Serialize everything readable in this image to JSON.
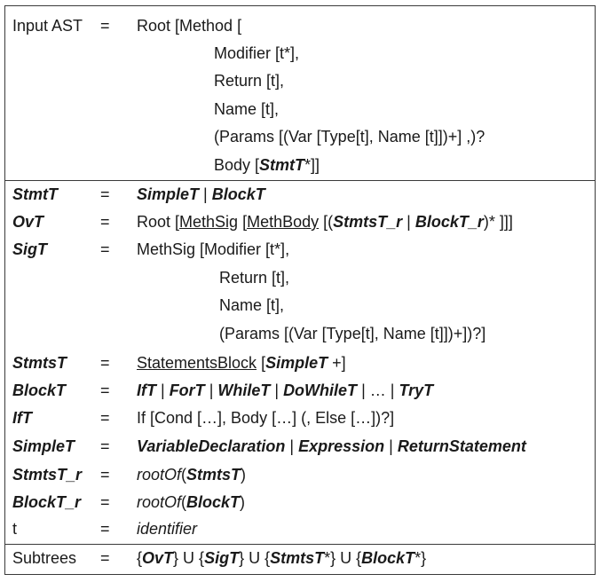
{
  "input": {
    "lhs": "Input AST",
    "eq": "=",
    "line1": "Root [Method [",
    "line2": "Modifier [t*],",
    "line3": "Return [t],",
    "line4": "Name [t],",
    "line5": "(Params [(Var [Type[t], Name [t]])+] ,)?",
    "line6_prefix": "Body [",
    "line6_ref": "StmtT",
    "line6_suffix": "*]]"
  },
  "rules": {
    "stmtt": {
      "lhs": "StmtT",
      "eq": "=",
      "a": "SimpleT",
      "sep": " | ",
      "b": "BlockT"
    },
    "ovt": {
      "lhs": "OvT",
      "eq": "=",
      "p1": "Root [",
      "u1": "MethSig",
      "p2": " [",
      "u2": "MethBody",
      "p3": " [(",
      "r1": "StmtsT_r",
      "p4": " | ",
      "r2": "BlockT_r",
      "p5": ")* ]]]"
    },
    "sigt": {
      "lhs": "SigT",
      "eq": "=",
      "line1": "MethSig [Modifier [t*],",
      "line2": "Return [t],",
      "line3": "Name [t],",
      "line4": "(Params [(Var [Type[t], Name [t]])+])?]"
    },
    "stmtst": {
      "lhs": "StmtsT",
      "eq": "=",
      "u": "StatementsBlock",
      "p1": " [",
      "r": "SimpleT",
      "p2": " +]"
    },
    "blockt": {
      "lhs": "BlockT",
      "eq": "=",
      "a": "IfT",
      "b": "ForT",
      "c": "WhileT",
      "d": "DoWhileT",
      "e": "TryT",
      "sep": " | ",
      "ellipsis": "…"
    },
    "ift": {
      "lhs": "IfT",
      "eq": "=",
      "text": "If [Cond […], Body […] (, Else […])?]"
    },
    "simplet": {
      "lhs": "SimpleT",
      "eq": "=",
      "a": "VariableDeclaration",
      "b": "Expression",
      "c": "ReturnStatement",
      "sep": " | "
    },
    "stmtst_r": {
      "lhs": "StmtsT_r",
      "eq": "=",
      "fn": "rootOf",
      "p1": "(",
      "arg": "StmtsT",
      "p2": ")"
    },
    "blockt_r": {
      "lhs": "BlockT_r",
      "eq": "=",
      "fn": "rootOf",
      "p1": "(",
      "arg": "BlockT",
      "p2": ")"
    },
    "t": {
      "lhs": "t",
      "eq": "=",
      "rhs": "identifier"
    }
  },
  "subtrees": {
    "lhs": "Subtrees",
    "eq": "=",
    "o1": "{",
    "a": "OvT",
    "c1": "} U {",
    "b": "SigT",
    "c2": "} U {",
    "c": "StmtsT",
    "c3": "*} U {",
    "d": "BlockT",
    "c4": "*}"
  }
}
